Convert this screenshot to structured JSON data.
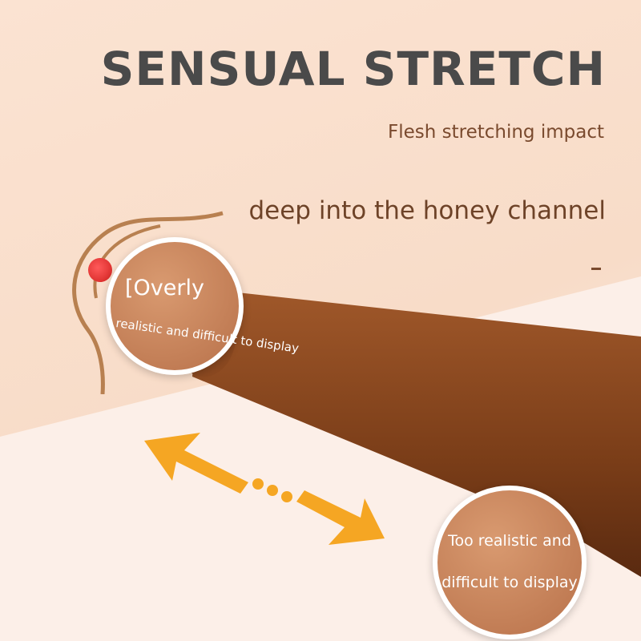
{
  "header": {
    "title": "SENSUAL STRETCH",
    "subtitle": "Flesh stretching impact",
    "tagline": "deep into the honey channel"
  },
  "badges": [
    {
      "line1": "[Overly",
      "line2": "realistic and difficult to display"
    },
    {
      "line1": "Too realistic and",
      "line2": "difficult to display"
    }
  ],
  "colors": {
    "accent": "#f5a623",
    "title": "#4a4a4a",
    "text": "#6e4328"
  },
  "icons": {
    "arrow": "double-arrow-icon",
    "target": "red-dot-icon"
  }
}
